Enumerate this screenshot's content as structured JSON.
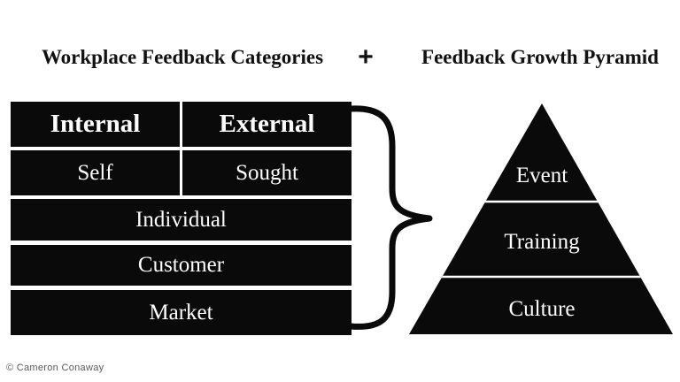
{
  "header": {
    "left_title": "Workplace Feedback Categories",
    "plus_sign": "+",
    "right_title": "Feedback Growth Pyramid"
  },
  "table": {
    "header_row": [
      "Internal",
      "External"
    ],
    "second_row": [
      "Self",
      "Sought"
    ],
    "full_rows": [
      "Individual",
      "Customer",
      "Market"
    ]
  },
  "pyramid": {
    "levels": [
      "Event",
      "Training",
      "Culture"
    ]
  },
  "footer": {
    "copyright": "© Cameron Conaway"
  },
  "colors": {
    "cell_background": "#0a0a0a",
    "cell_text": "#ffffff",
    "title_text": "#111111",
    "copyright_text": "#5a5a5a",
    "background": "#ffffff"
  }
}
